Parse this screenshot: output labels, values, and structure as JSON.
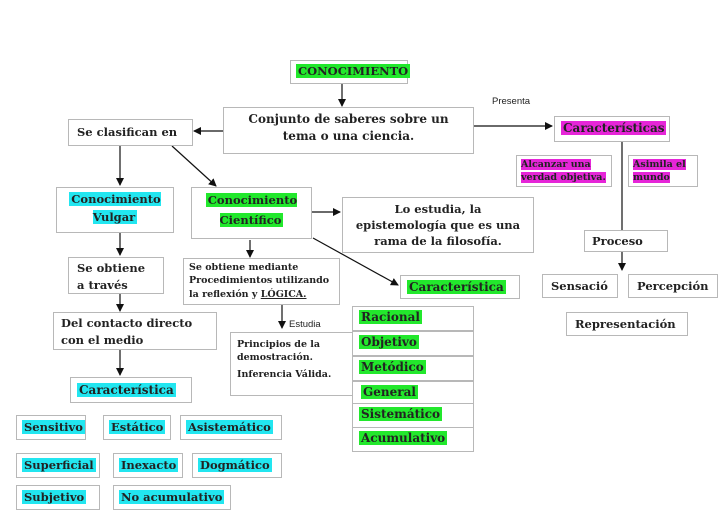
{
  "title": "CONOCIMIENTO",
  "definition": "Conjunto de saberes sobre un tema o una ciencia.",
  "presenta_label": "Presenta",
  "estudia_label": "Estudia",
  "clasifican": "Se clasifican en",
  "caracteristicas_right": {
    "label": "Características",
    "items": [
      "Alcanzar una verdad objetiva.",
      "Asimila el mundo"
    ]
  },
  "proceso": {
    "label": "Proceso",
    "items": [
      "Sensació",
      "Percepción",
      "Representación"
    ]
  },
  "vulgar": {
    "label": "Conocimiento Vulgar",
    "obtiene": "Se obtiene a través",
    "contacto": "Del contacto directo con el medio",
    "caracteristica_label": "Característica",
    "traits": [
      "Sensitivo",
      "Estático",
      "Asistemático",
      "Superficial",
      "Inexacto",
      "Dogmático",
      "Subjetivo",
      "No acumulativo"
    ]
  },
  "cientifico": {
    "label": "Conocimiento Científico",
    "obtiene_pre": "Se obtiene mediante Procedimientos utilizando la reflexión y ",
    "obtiene_logica": "LÓGICA.",
    "principios": "Principios de la demostración.",
    "inferencia": "Inferencia Válida.",
    "epistemologia": "Lo estudia, la epistemología que es una rama de la filosofía.",
    "caracteristica_label": "Característica",
    "traits": [
      "Racional",
      "Objetivo",
      "Metódico",
      "General",
      "Sistemático",
      "Acumulativo"
    ]
  }
}
